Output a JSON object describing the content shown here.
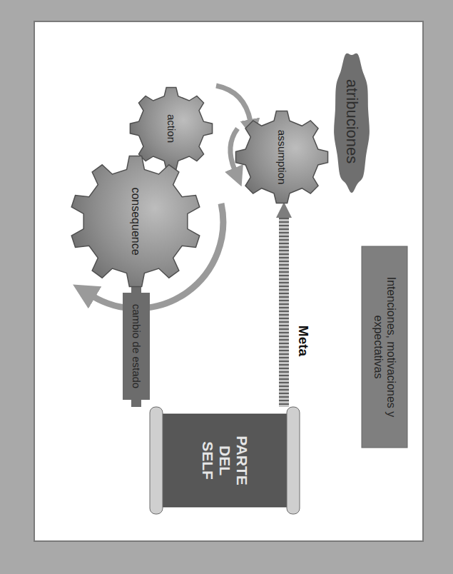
{
  "diagram": {
    "nodes": [
      {
        "text": [
          "atribuciones"
        ]
      },
      {
        "text": [
          "Intenciones, motivaciones y expectativas"
        ]
      },
      {
        "text": [
          "assumption"
        ]
      },
      {
        "text": [
          "PARTE DEL SELF"
        ]
      },
      {
        "text": [
          "action"
        ]
      },
      {
        "text": [
          "consequence"
        ]
      },
      {
        "text": [
          "cambio de estado"
        ]
      }
    ],
    "edges": [
      {
        "from": 3,
        "to": 2,
        "label": "Meta",
        "arrow": "to"
      },
      {
        "from": 5,
        "to": 6,
        "arrow": "none"
      },
      {
        "from": 6,
        "to": 3,
        "arrow": "none"
      }
    ]
  }
}
